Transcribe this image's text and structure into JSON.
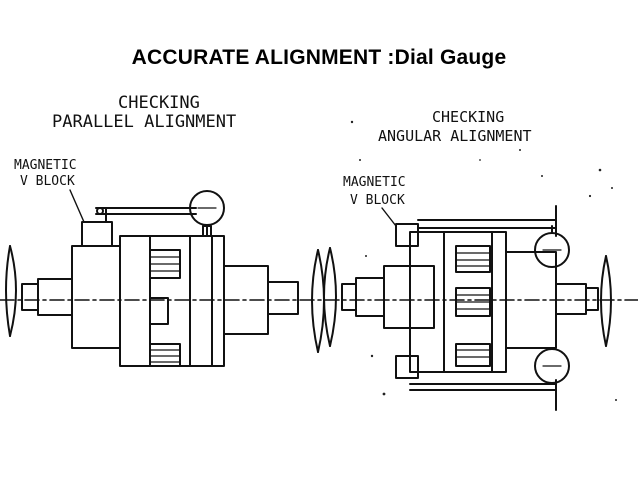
{
  "slide": {
    "title": "ACCURATE  ALIGNMENT :Dial Gauge"
  },
  "left_panel": {
    "heading_line1": "CHECKING",
    "heading_line2": "PARALLEL ALIGNMENT",
    "label_line1": "MAGNETIC",
    "label_line2": "V BLOCK"
  },
  "right_panel": {
    "heading_line1": "CHECKING",
    "heading_line2": "ANGULAR ALIGNMENT",
    "label_line1": "MAGNETIC",
    "label_line2": "V BLOCK"
  },
  "icons": {
    "dial_gauge": "dial-gauge-icon",
    "magnetic_block": "magnetic-v-block-icon",
    "coupling": "shaft-coupling-icon"
  }
}
